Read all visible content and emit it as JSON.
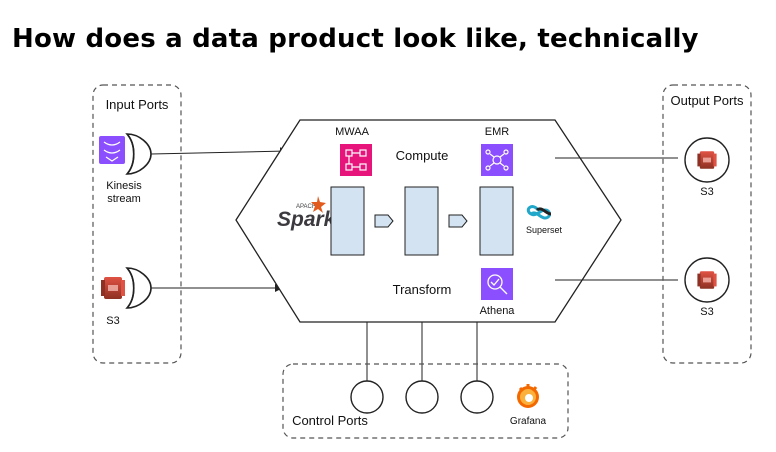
{
  "title": "How does a data product look like, technically",
  "input_ports": {
    "label": "Input Ports",
    "items": [
      {
        "label_line1": "Kinesis",
        "label_line2": "stream",
        "icon": "kinesis-icon"
      },
      {
        "label_line1": "S3",
        "icon": "s3-icon"
      }
    ]
  },
  "output_ports": {
    "label": "Output Ports",
    "items": [
      {
        "label": "S3",
        "icon": "s3-icon"
      },
      {
        "label": "S3",
        "icon": "s3-icon"
      }
    ]
  },
  "core": {
    "compute_label": "Compute",
    "transform_label": "Transform",
    "mwaa_label": "MWAA",
    "emr_label": "EMR",
    "athena_label": "Athena",
    "spark_label": "Spark",
    "spark_sub": "APACHE",
    "superset_label": "Superset"
  },
  "control_ports": {
    "label": "Control Ports",
    "grafana_label": "Grafana"
  },
  "colors": {
    "kinesis": "#8C4FFF",
    "s3": "#C7331C",
    "mwaa": "#E7157B",
    "emr": "#8C4FFF",
    "athena": "#8C4FFF",
    "block": "#D4E3F1",
    "spark": "#E25A1C",
    "grafana": "#F46800"
  }
}
